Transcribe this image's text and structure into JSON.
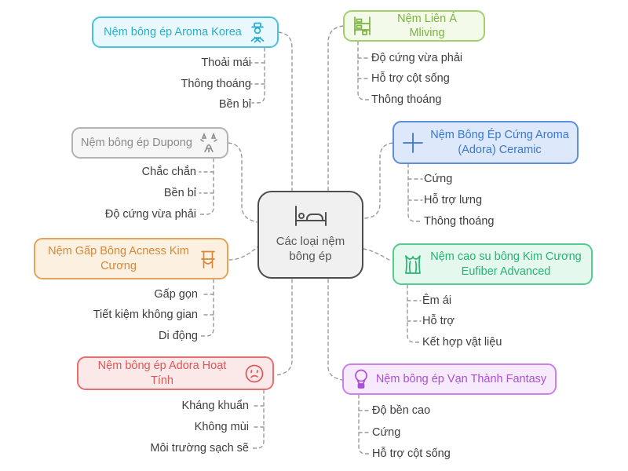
{
  "center": {
    "label": "Các loại nệm bông ép",
    "icon": "bed-icon"
  },
  "branches": [
    {
      "label": "Nệm bông ép Aroma Korea",
      "icon": "person-with-hat-icon",
      "side": "left",
      "accent": "#27aecd",
      "border": "#47c3e0",
      "fill": "#e9f8fc",
      "items": [
        "Thoải mái",
        "Thông thoáng",
        "Bền bỉ"
      ]
    },
    {
      "label": "Nệm Liên Á Mliving",
      "icon": "bunk-bed-icon",
      "side": "right",
      "accent": "#7cb342",
      "border": "#a5cf6a",
      "fill": "#f4fae9",
      "items": [
        "Độ cứng vừa phải",
        "Hỗ trợ cột sống",
        "Thông thoáng"
      ]
    },
    {
      "label": "Nệm bông ép Dupong",
      "icon": "fireworks-icon",
      "side": "left",
      "accent": "#8a8a8a",
      "border": "#b3b3b3",
      "fill": "#f6f6f6",
      "items": [
        "Chắc chắn",
        "Bền bỉ",
        "Độ cứng vừa phải"
      ]
    },
    {
      "label": "Nệm Bông Ép Cứng Aroma (Adora) Ceramic",
      "icon": "plus-icon",
      "side": "right",
      "accent": "#3b76cf",
      "border": "#5e8fdb",
      "fill": "#dde9fa",
      "items": [
        "Cứng",
        "Hỗ trợ lưng",
        "Thông thoáng"
      ]
    },
    {
      "label": "Nệm Gấp Bông Acness Kim Cương",
      "icon": "chair-icon",
      "side": "left",
      "accent": "#d6873a",
      "border": "#e5a25a",
      "fill": "#fcf1e1",
      "items": [
        "Gấp gọn",
        "Tiết kiệm không gian",
        "Di động"
      ]
    },
    {
      "label": "Nệm cao su bông Kim Cương Eufiber Advanced",
      "icon": "corset-icon",
      "side": "right",
      "accent": "#25b472",
      "border": "#56cb8e",
      "fill": "#e5f8ee",
      "items": [
        "Êm ái",
        "Hỗ trợ",
        "Kết hợp vật liệu"
      ]
    },
    {
      "label": "Nệm bông ép Adora Hoạt Tính",
      "icon": "sad-face-icon",
      "side": "left",
      "accent": "#dc5757",
      "border": "#e57070",
      "fill": "#fbe9e9",
      "items": [
        "Kháng khuẩn",
        "Không mùi",
        "Môi trường sạch sẽ"
      ]
    },
    {
      "label": "Nệm bông ép Vạn Thành Fantasy",
      "icon": "hot-air-balloon-icon",
      "side": "right",
      "accent": "#ab4fd6",
      "border": "#cd80e8",
      "fill": "#f7eafc",
      "items": [
        "Độ bền cao",
        "Cứng",
        "Hỗ trợ cột sống"
      ]
    }
  ],
  "colors": {
    "background": "#ffffff",
    "connector": "#9a9a9a",
    "sub_text": "#3d3d3d",
    "center_border": "#4d4d4d",
    "center_fill": "#f0f0f0"
  }
}
